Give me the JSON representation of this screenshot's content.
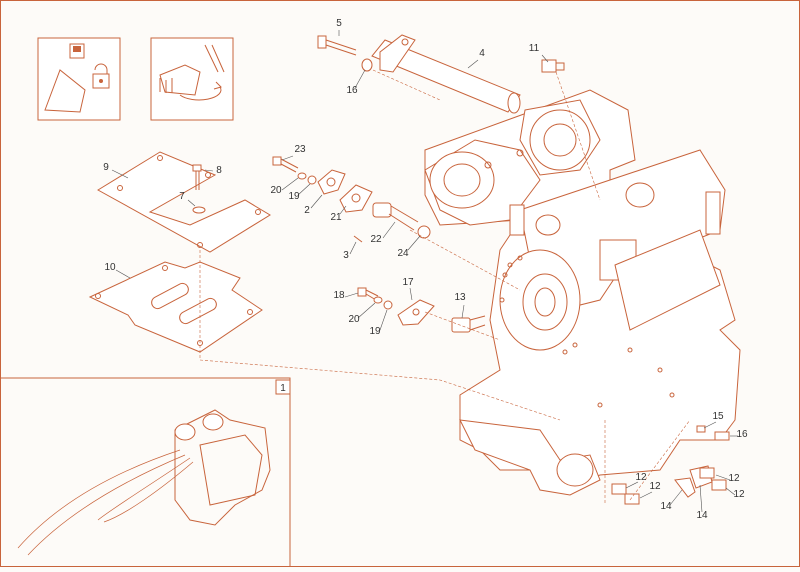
{
  "diagram": {
    "inset_label": "1",
    "callouts": [
      {
        "id": "c1",
        "text": "5"
      },
      {
        "id": "c2",
        "text": "4"
      },
      {
        "id": "c3",
        "text": "16"
      },
      {
        "id": "c4",
        "text": "11"
      },
      {
        "id": "c5",
        "text": "9"
      },
      {
        "id": "c6",
        "text": "8"
      },
      {
        "id": "c7",
        "text": "7"
      },
      {
        "id": "c8",
        "text": "10"
      },
      {
        "id": "c9",
        "text": "23"
      },
      {
        "id": "c10",
        "text": "20"
      },
      {
        "id": "c11",
        "text": "19"
      },
      {
        "id": "c12",
        "text": "2"
      },
      {
        "id": "c13",
        "text": "21"
      },
      {
        "id": "c14",
        "text": "3"
      },
      {
        "id": "c15",
        "text": "22"
      },
      {
        "id": "c16",
        "text": "24"
      },
      {
        "id": "c17",
        "text": "18"
      },
      {
        "id": "c18",
        "text": "17"
      },
      {
        "id": "c19",
        "text": "20"
      },
      {
        "id": "c20",
        "text": "19"
      },
      {
        "id": "c21",
        "text": "13"
      },
      {
        "id": "c22",
        "text": "15"
      },
      {
        "id": "c23",
        "text": "16"
      },
      {
        "id": "c24",
        "text": "12"
      },
      {
        "id": "c25",
        "text": "12"
      },
      {
        "id": "c26",
        "text": "12"
      },
      {
        "id": "c27",
        "text": "12"
      },
      {
        "id": "c28",
        "text": "14"
      },
      {
        "id": "c29",
        "text": "14"
      }
    ]
  },
  "colors": {
    "line": "#c8643c",
    "text": "#333333",
    "background": "#fdfbf8"
  }
}
